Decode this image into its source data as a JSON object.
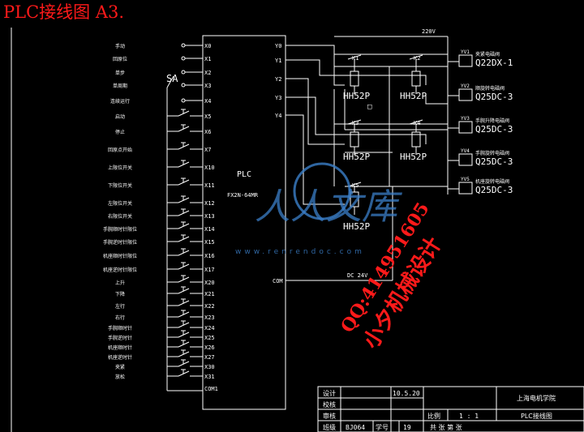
{
  "title": "PLC接线图 A3.",
  "plc": {
    "label": "PLC",
    "model": "FX2N-64MR",
    "com_label": "COM",
    "com1_label": "COM1"
  },
  "switch_label": "SA",
  "inputs": [
    {
      "label": "手动",
      "terminal": "X0"
    },
    {
      "label": "回原位",
      "terminal": "X1"
    },
    {
      "label": "单步",
      "terminal": "X2"
    },
    {
      "label": "单周期",
      "terminal": "X3"
    },
    {
      "label": "连续运行",
      "terminal": "X4"
    },
    {
      "label": "启动",
      "terminal": "X5"
    },
    {
      "label": "停止",
      "terminal": "X6"
    },
    {
      "label": "回原点开始",
      "terminal": "X7"
    },
    {
      "label": "上限位开关",
      "terminal": "X10"
    },
    {
      "label": "下限位开关",
      "terminal": "X11"
    },
    {
      "label": "左限位开关",
      "terminal": "X12"
    },
    {
      "label": "右限位开关",
      "terminal": "X13"
    },
    {
      "label": "手腕顺时针限位",
      "terminal": "X14"
    },
    {
      "label": "手腕逆时针限位",
      "terminal": "X15"
    },
    {
      "label": "机座顺时针限位",
      "terminal": "X16"
    },
    {
      "label": "机座逆时针限位",
      "terminal": "X17"
    },
    {
      "label": "上升",
      "terminal": "X20"
    },
    {
      "label": "下降",
      "terminal": "X21"
    },
    {
      "label": "左行",
      "terminal": "X22"
    },
    {
      "label": "右行",
      "terminal": "X23"
    },
    {
      "label": "手腕顺时针",
      "terminal": "X24"
    },
    {
      "label": "手腕逆时针",
      "terminal": "X25"
    },
    {
      "label": "机座顺时针",
      "terminal": "X26"
    },
    {
      "label": "机座逆时针",
      "terminal": "X27"
    },
    {
      "label": "夹紧",
      "terminal": "X30"
    },
    {
      "label": "放松",
      "terminal": "X31"
    }
  ],
  "outputs": [
    "Y0",
    "Y1",
    "Y2",
    "Y3",
    "Y4"
  ],
  "relays": [
    {
      "tag": "K1",
      "model": "HH52P"
    },
    {
      "tag": "K2",
      "model": "HH52P"
    },
    {
      "tag": "K3",
      "model": "HH52P"
    },
    {
      "tag": "K4",
      "model": "HH52P"
    },
    {
      "tag": "K5",
      "model": "HH52P"
    }
  ],
  "solenoids": [
    {
      "tag": "YV1",
      "name": "夹紧电磁阀",
      "model": "Q22DX-1"
    },
    {
      "tag": "YV2",
      "name": "顺旋转电磁阀",
      "model": "Q25DC-3"
    },
    {
      "tag": "YV3",
      "name": "手腕升降电磁阀",
      "model": "Q25DC-3"
    },
    {
      "tag": "YV4",
      "name": "手腕旋转电磁阀",
      "model": "Q25DC-3"
    },
    {
      "tag": "YV5",
      "name": "机座旋转电磁阀",
      "model": "Q25DC-3"
    }
  ],
  "power": {
    "ac": "220V",
    "dc": "DC 24V"
  },
  "watermark": {
    "site": "www.renrendoc.com",
    "qq": "QQ:414951605",
    "brand": "小夕机械设计"
  },
  "title_block": {
    "design": "设计",
    "design_date": "10.5.20",
    "check": "校核",
    "review": "审核",
    "class_label": "班级",
    "class_value": "BJ064",
    "student_no_label": "学号",
    "student_no": "19",
    "scale_label": "比例",
    "scale": "1 : 1",
    "school": "上海电机学院",
    "drawing_name": "PLC接线图",
    "sheets": "共  张 第  张"
  }
}
